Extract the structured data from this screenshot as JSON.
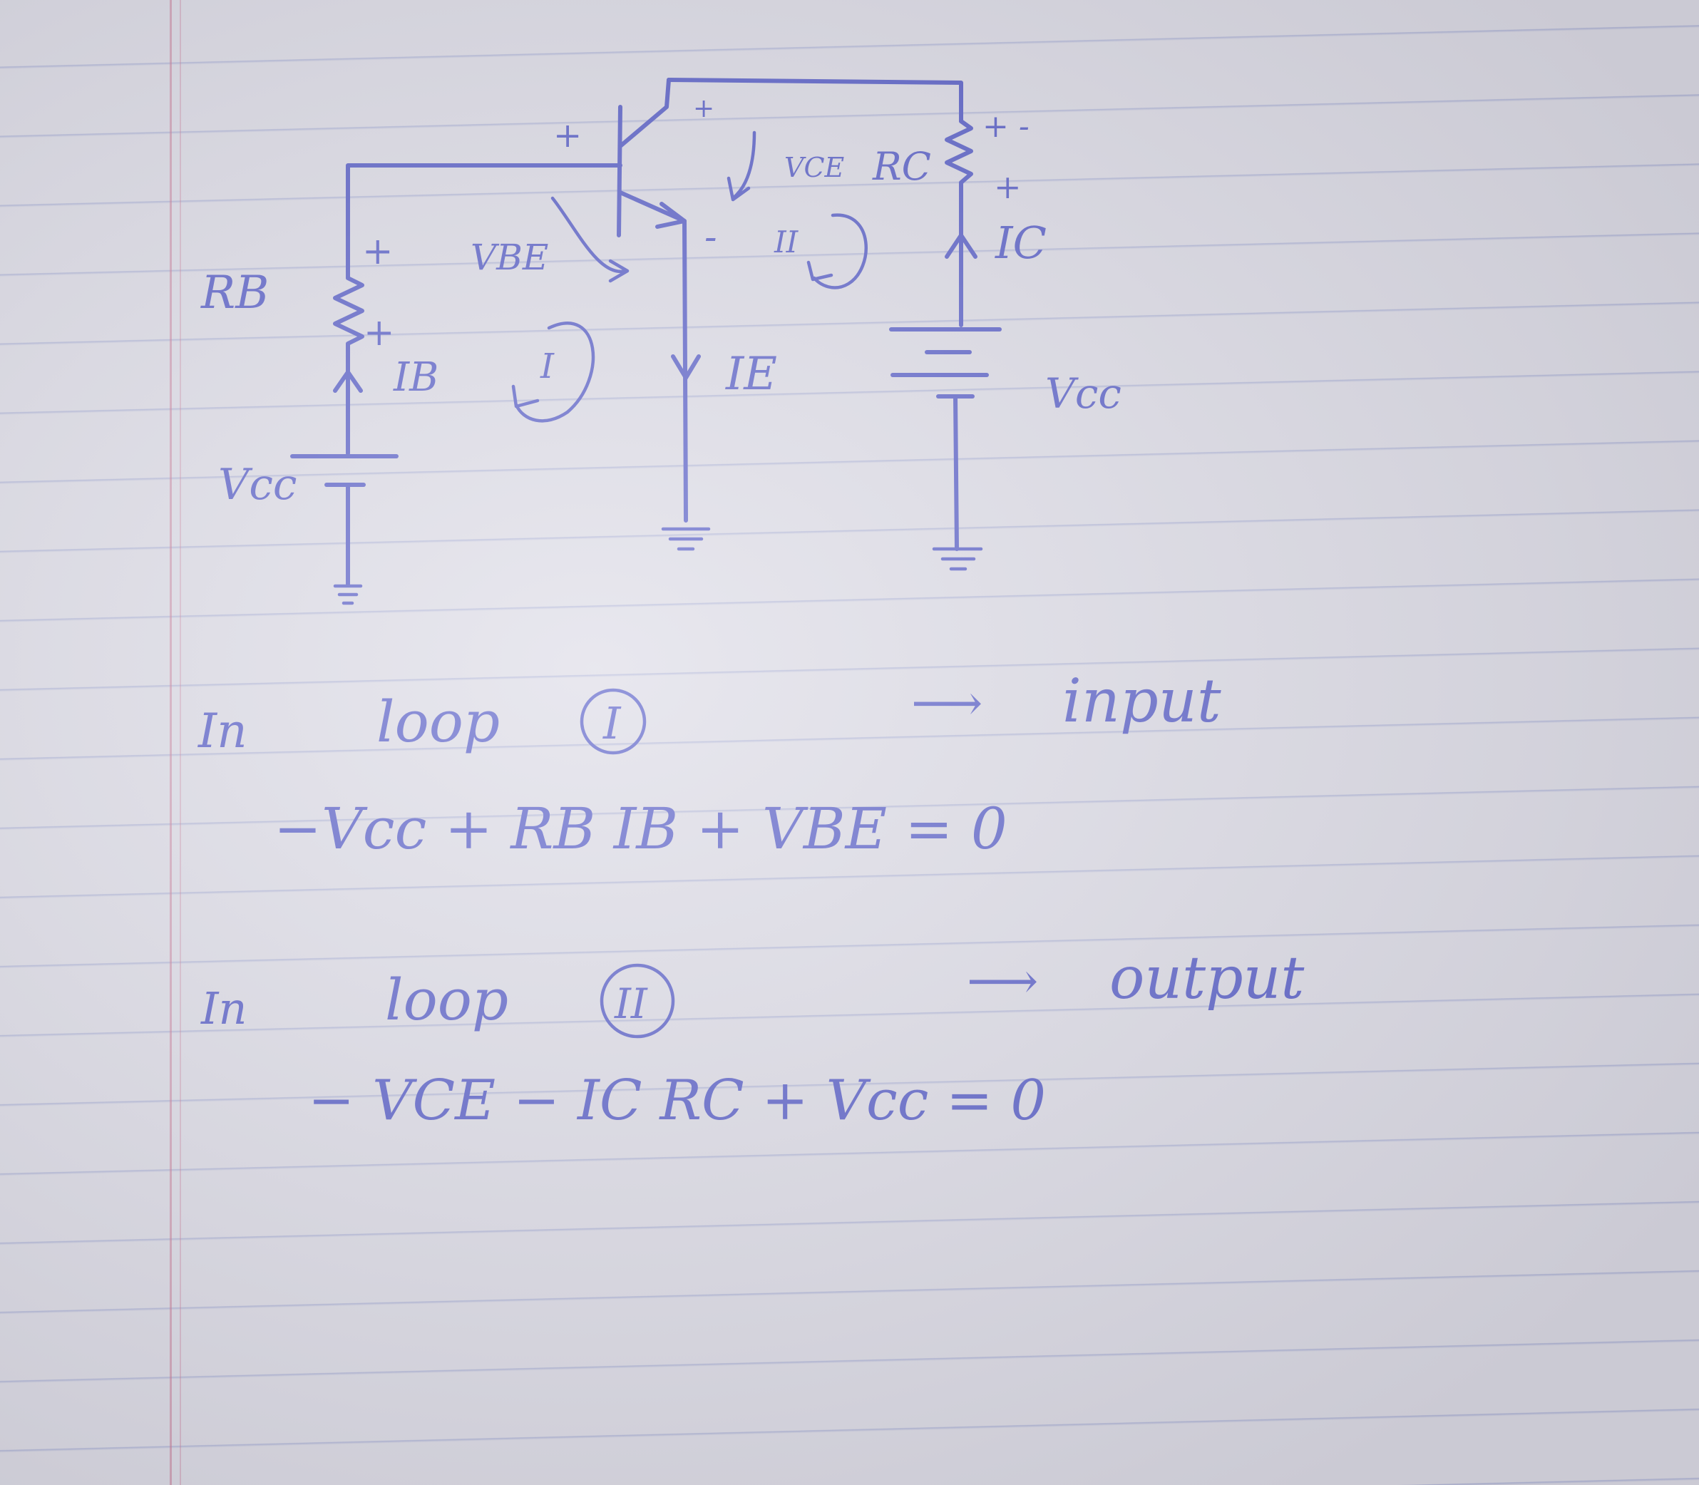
{
  "diagram": {
    "labels": {
      "rb": "RB",
      "rc": "RC",
      "vbe": "VBE",
      "vce": "VCE",
      "ib": "IB",
      "ie": "IE",
      "ic": "IC",
      "vcc_left": "Vcc",
      "vcc_right": "Vcc",
      "loop1": "I",
      "loop2": "II",
      "plus": "+",
      "minus": "-",
      "rc_polarity": "+ -"
    }
  },
  "notes": {
    "loop1": {
      "prefix": "In",
      "word": "loop",
      "number": "I",
      "arrow": "⟶",
      "role": "input",
      "equation": "−Vcc + RB IB + VBE = 0"
    },
    "loop2": {
      "prefix": "In",
      "word": "loop",
      "number": "II",
      "arrow": "⟶",
      "role": "output",
      "equation": "− VCE − IC RC + Vcc = 0"
    }
  },
  "colors": {
    "ink": "#5a60c8",
    "paper": "#dcdbe6",
    "margin": "#c8789a"
  }
}
